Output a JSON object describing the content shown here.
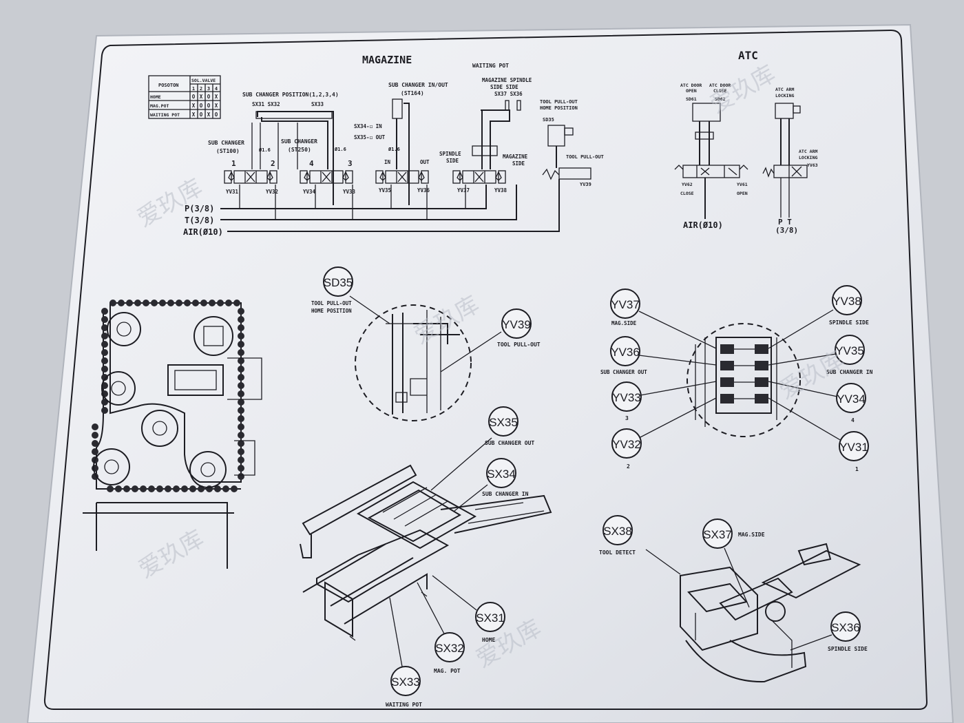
{
  "magazine": {
    "title": "MAGAZINE",
    "table": {
      "header_position": "POSOTON",
      "header_valve": "SOL.VALVE",
      "header_numbers": [
        "1",
        "2",
        "3",
        "4"
      ],
      "rows": [
        {
          "label": "HOME",
          "cells": [
            "O",
            "X",
            "O",
            "X"
          ]
        },
        {
          "label": "MAG.POT",
          "cells": [
            "X",
            "O",
            "O",
            "X"
          ]
        },
        {
          "label": "WAITING POT",
          "cells": [
            "X",
            "O",
            "X",
            "O"
          ]
        }
      ]
    },
    "labels": {
      "sub_changer_position": "SUB CHANGER POSITION(1,2,3,4)",
      "sx31_sx32": "SX31 SX32",
      "sx33": "SX33",
      "sub_changer_st100": "SUB CHANGER",
      "st100": "(ST100)",
      "sub_changer_st250": "SUB CHANGER",
      "st250": "(ST250)",
      "dia_a": "Ø1.6",
      "dia_b": "Ø1.6",
      "dia_c": "Ø1.6",
      "pos_1": "1",
      "pos_2": "2",
      "pos_4": "4",
      "pos_3": "3",
      "sub_changer_inout": "SUB CHANGER IN/OUT",
      "st164": "(ST164)",
      "sx34_in": "SX34-◻ IN",
      "sx35_out": "SX35-◻ OUT",
      "in": "IN",
      "out": "OUT",
      "waiting_pot": "WAITING POT",
      "magazine_spindle": "MAGAZINE SPINDLE",
      "side_side": "SIDE    SIDE",
      "sx37_sx36": "SX37  SX36",
      "spindle_side": "SPINDLE",
      "spindle_side2": "SIDE",
      "magazine_side": "MAGAZINE",
      "magazine_side2": "SIDE",
      "tool_pullout_home": "TOOL PULL-OUT",
      "home_position": "HOME POSITION",
      "sd35": "SD35",
      "tool_pullout": "TOOL PULL-OUT",
      "yv39": "YV39",
      "yv31": "YV31",
      "yv32": "YV32",
      "yv34": "YV34",
      "yv33": "YV33",
      "yv35": "YV35",
      "yv36": "YV36",
      "yv37": "YV37",
      "yv38": "YV38",
      "p": "P(3/8)",
      "t": "T(3/8)",
      "air": "AIR(Ø10)"
    }
  },
  "atc": {
    "title": "ATC",
    "labels": {
      "atc_door_open": "ATC DOOR",
      "open": "OPEN",
      "sd61": "SD61",
      "atc_door_close": "ATC DOOR",
      "close": "CLOSE",
      "sd62": "SD62",
      "atc_arm_locking": "ATC ARM",
      "locking": "LOCKING",
      "atc_arm_locking2": "ATC ARM",
      "locking2": "LOCKING",
      "yv63": "YV63",
      "yv62": "YV62",
      "close2": "CLOSE",
      "yv61": "YV61",
      "open2": "OPEN",
      "air": "AIR(Ø10)",
      "pt": "P T",
      "pt_size": "(3/8)"
    }
  },
  "callouts": {
    "sd35": {
      "id": "SD35",
      "desc1": "TOOL PULL-OUT",
      "desc2": "HOME POSITION"
    },
    "yv39": {
      "id": "YV39",
      "desc": "TOOL PULL-OUT"
    },
    "yv37": {
      "id": "YV37",
      "desc": "MAG.SIDE"
    },
    "yv38": {
      "id": "YV38",
      "desc": "SPINDLE SIDE"
    },
    "yv36": {
      "id": "YV36",
      "desc": "SUB CHANGER OUT"
    },
    "yv35": {
      "id": "YV35",
      "desc": "SUB CHANGER IN"
    },
    "yv33": {
      "id": "YV33",
      "desc": "3"
    },
    "yv34": {
      "id": "YV34",
      "desc": "4"
    },
    "yv32": {
      "id": "YV32",
      "desc": "2"
    },
    "yv31": {
      "id": "YV31",
      "desc": "1"
    },
    "sx35": {
      "id": "SX35",
      "desc": "SUB CHANGER OUT"
    },
    "sx34": {
      "id": "SX34",
      "desc": "SUB CHANGER IN"
    },
    "sx31": {
      "id": "SX31",
      "desc": "HOME"
    },
    "sx32": {
      "id": "SX32",
      "desc": "MAG. POT"
    },
    "sx33": {
      "id": "SX33",
      "desc": "WAITING POT"
    },
    "sx38": {
      "id": "SX38",
      "desc": "TOOL DETECT"
    },
    "sx37": {
      "id": "SX37",
      "desc": "MAG.SIDE"
    },
    "sx36": {
      "id": "SX36",
      "desc": "SPINDLE SIDE"
    }
  },
  "watermark": "爱玖库",
  "colors": {
    "panel": "#eef0f4",
    "ink": "#1c1c22",
    "background": "#c9ccd2"
  }
}
